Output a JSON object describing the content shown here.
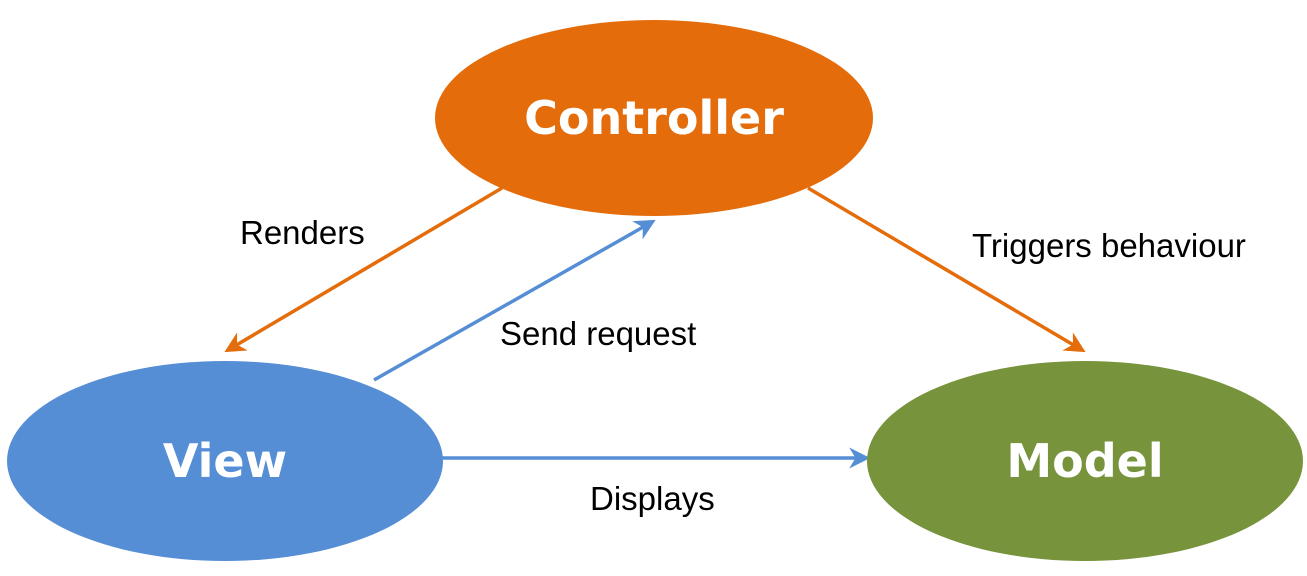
{
  "colors": {
    "controller": "#e46c0a",
    "view": "#558ed5",
    "model": "#77933c",
    "arrow_orange": "#e46c0a",
    "arrow_blue": "#558ed5",
    "node_text": "#ffffff",
    "edge_text": "#000000"
  },
  "nodes": {
    "controller": {
      "label": "Controller"
    },
    "view": {
      "label": "View"
    },
    "model": {
      "label": "Model"
    }
  },
  "edges": {
    "renders": {
      "label": "Renders",
      "from": "Controller",
      "to": "View"
    },
    "triggers_behaviour": {
      "label": "Triggers behaviour",
      "from": "Controller",
      "to": "Model"
    },
    "send_request": {
      "label": "Send request",
      "from": "View",
      "to": "Controller"
    },
    "displays": {
      "label": "Displays",
      "from": "View",
      "to": "Model"
    }
  }
}
